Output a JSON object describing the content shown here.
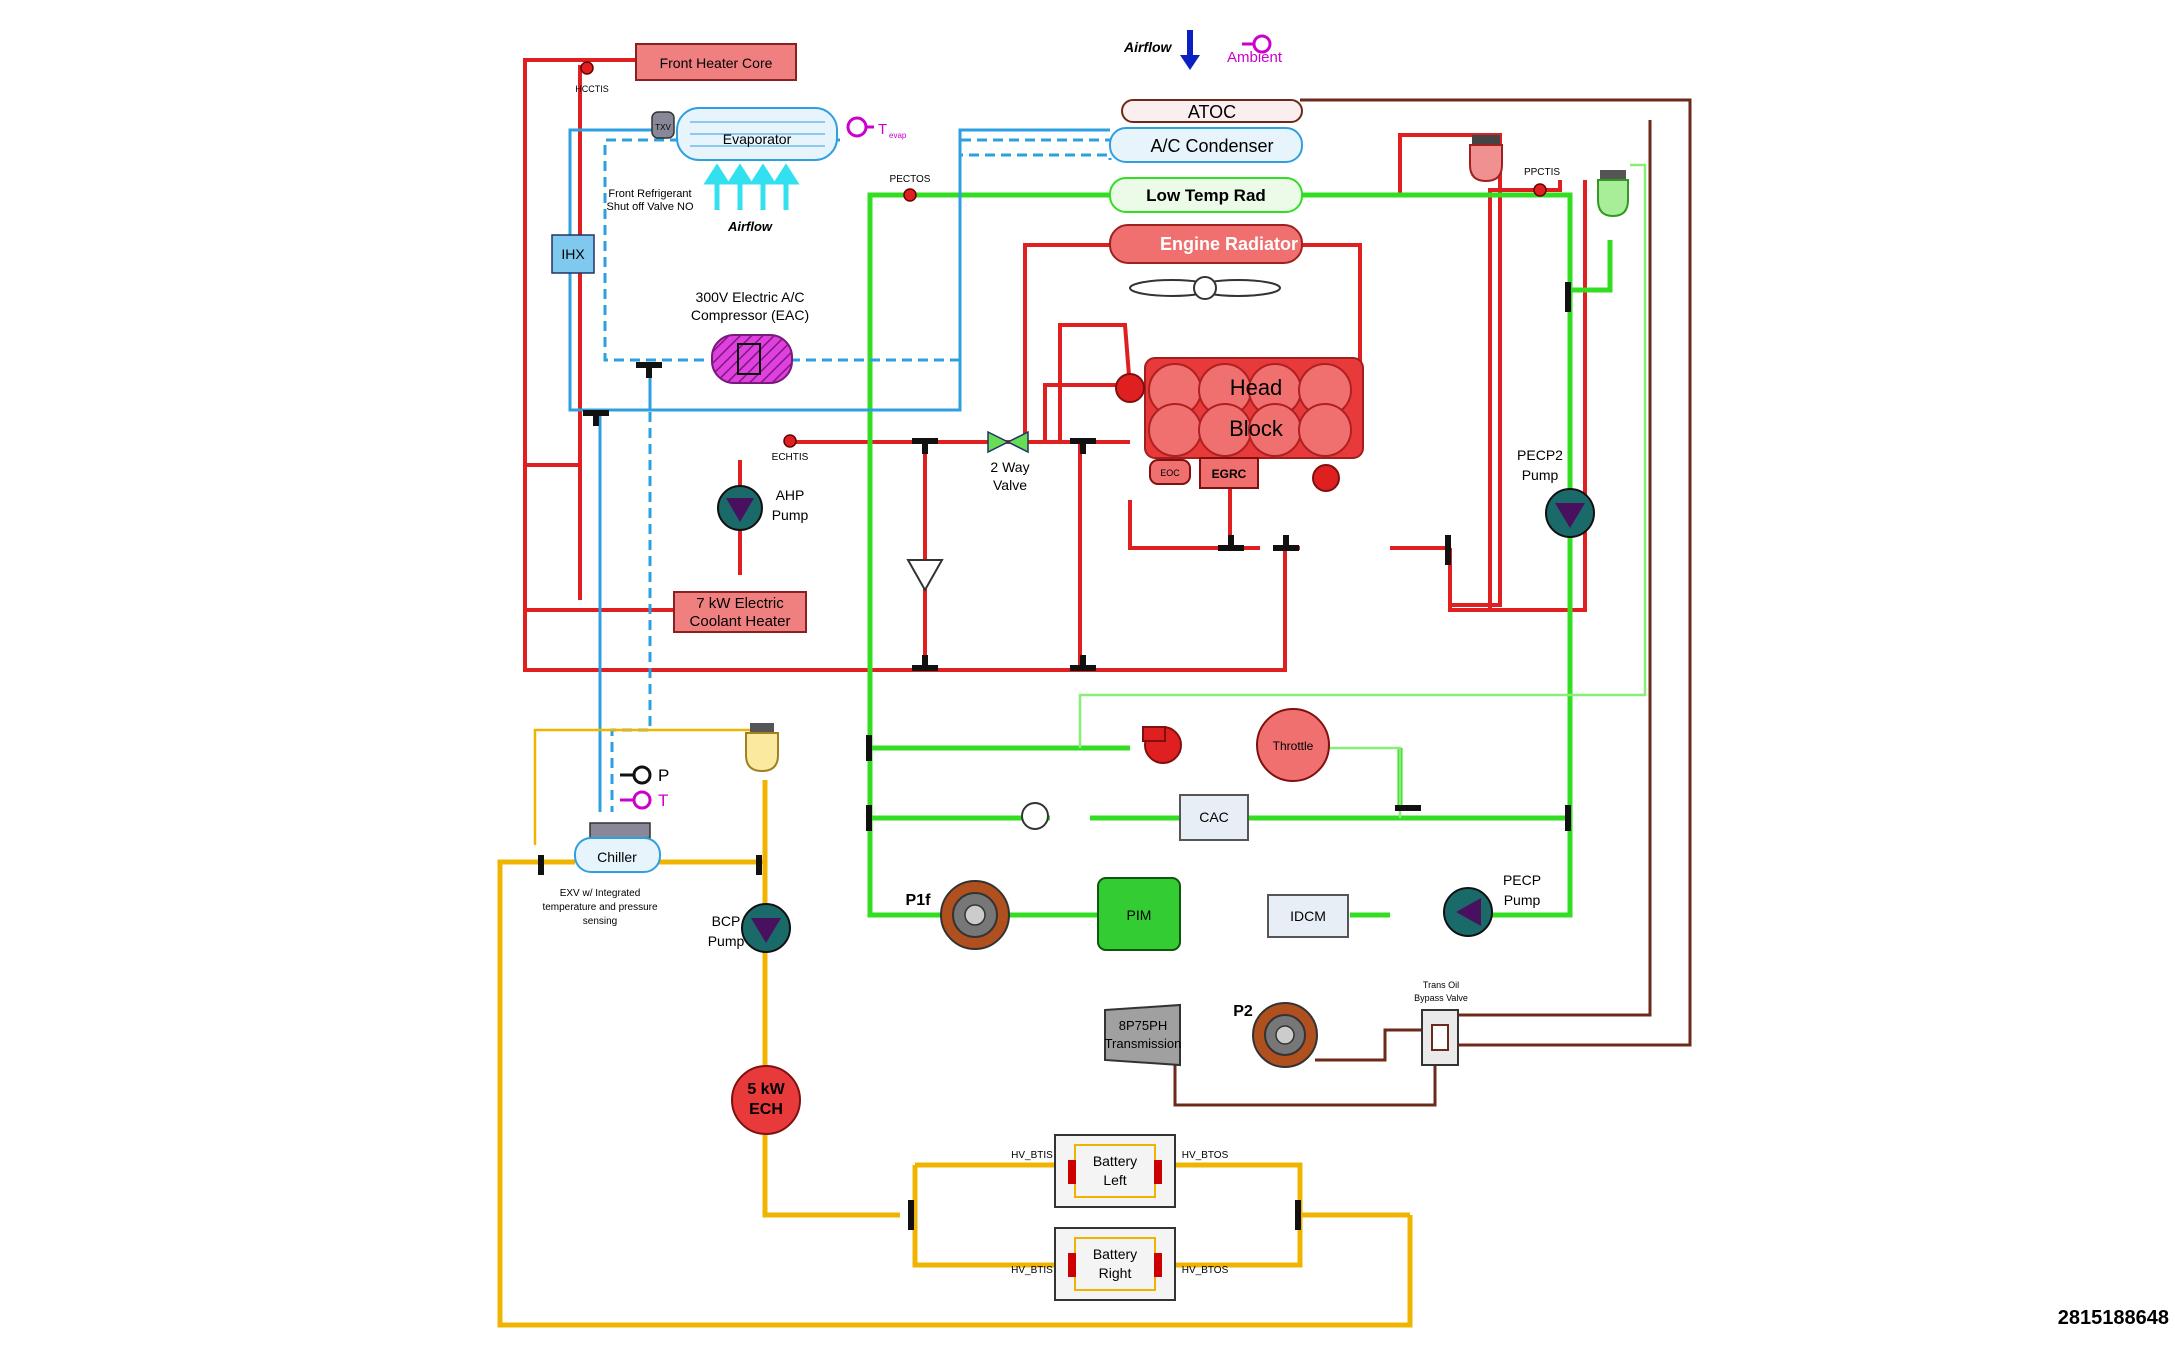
{
  "labels": {
    "front_heater_core": "Front  Heater Core",
    "hcctis": "HCCTIS",
    "txv": "TXV",
    "evaporator": "Evaporator",
    "t_evap_t": "T",
    "t_evap_sub": "evap",
    "front_valve_1": "Front Refrigerant",
    "front_valve_2": "Shut off Valve NO",
    "airflow_evap": "Airflow",
    "ihx": "IHX",
    "eac_1": "300V Electric A/C",
    "eac_2": "Compressor (EAC)",
    "echtis": "ECHTIS",
    "ahp_1": "AHP",
    "ahp_2": "Pump",
    "ech7_1": "7 kW Electric",
    "ech7_2": "Coolant Heater",
    "airflow_top": "Airflow",
    "ambient": "Ambient",
    "atoc": "ATOC",
    "ac_condenser": "A/C Condenser",
    "low_temp_rad": "Low Temp Rad",
    "engine_radiator": "Engine Radiator",
    "pectos": "PECTOS",
    "ppctis": "PPCTIS",
    "head": "Head",
    "block": "Block",
    "eoc": "EOC",
    "egrc": "EGRC",
    "way2_1": "2 Way",
    "way2_2": "Valve",
    "pecp2_1": "PECP2",
    "pecp2_2": "Pump",
    "throttle": "Throttle",
    "cac": "CAC",
    "p1f": "P1f",
    "pim": "PIM",
    "idcm": "IDCM",
    "pecp_1": "PECP",
    "pecp_2": "Pump",
    "p_sensor": "P",
    "t_sensor": "T",
    "chiller": "Chiller",
    "exv_1": "EXV w/ Integrated",
    "exv_2": "temperature and pressure",
    "exv_3": "sensing",
    "bcp_1": "BCP",
    "bcp_2": "Pump",
    "ech5_1": "5 kW",
    "ech5_2": "ECH",
    "trans_1": "8P75PH",
    "trans_2": "Transmission",
    "p2": "P2",
    "trans_valve_1": "Trans Oil",
    "trans_valve_2": "Bypass Valve",
    "batt_left_1": "Battery",
    "batt_left_2": "Left",
    "batt_right_1": "Battery",
    "batt_right_2": "Right",
    "hv_btis_1": "HV_BTIS",
    "hv_btos_1": "HV_BTOS",
    "hv_btis_2": "HV_BTIS",
    "hv_btos_2": "HV_BTOS"
  },
  "figure_id": "2815188648",
  "colors": {
    "engine_coolant": "#e02020",
    "power_electronics_coolant": "#33dd22",
    "refrigerant": "#2ea0e0",
    "battery_coolant": "#f0b400",
    "transmission_oil": "#6b2a1a",
    "ambient_marker": "#cc00cc"
  }
}
